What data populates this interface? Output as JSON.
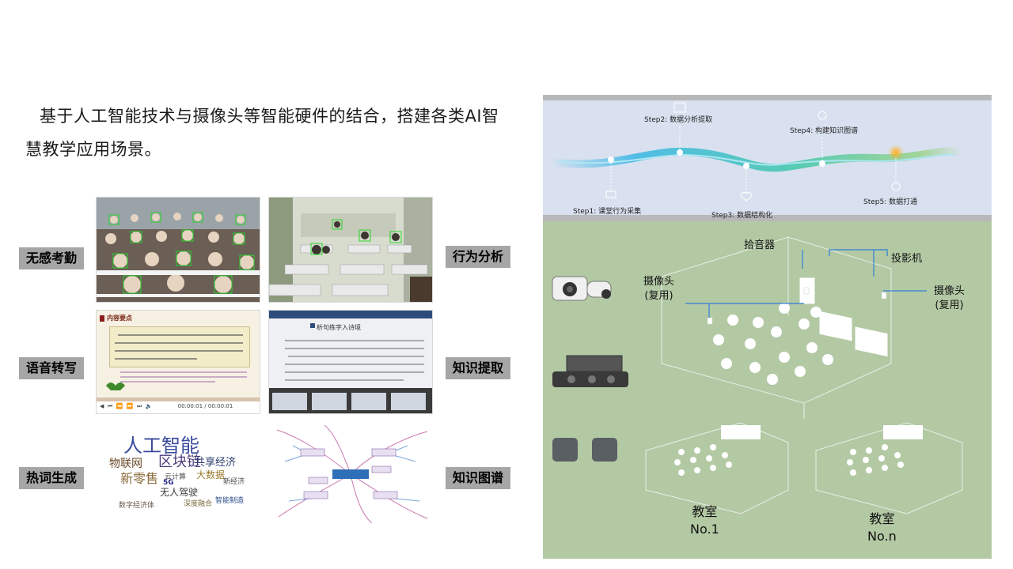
{
  "intro": {
    "line1": "基于人工智能技术与摄像头等智能硬件的结合，搭建各类AI智",
    "line2": "慧教学应用场景。"
  },
  "tags": {
    "attendance": "无感考勤",
    "behavior": "行为分析",
    "speech": "语音转写",
    "knowledge_extract": "知识提取",
    "hotword": "热词生成",
    "knowledge_graph": "知识图谱"
  },
  "thumbs": {
    "video_time": "00:00:01 / 00:00:01",
    "doc_header": "内容要点",
    "slide_title": "析句练字入诗境",
    "word_cloud": {
      "big1": "人工智能",
      "big2": "区块链",
      "mid1": "物联网",
      "mid2": "新零售",
      "mid3": "共享经济",
      "mid4": "大数据",
      "mid5": "无人驾驶",
      "small1": "云计算",
      "small2": "5G",
      "small3": "智能制造",
      "small4": "数字经济体",
      "small5": "新经济",
      "small6": "深度融合"
    }
  },
  "steps": {
    "s1": "Step1: 课堂行为采集",
    "s2": "Step2: 数据分析提取",
    "s3": "Step3: 数据结构化",
    "s4": "Step4: 构建知识图谱",
    "s5": "Step5: 数据打通"
  },
  "classroom": {
    "mic": "拾音器",
    "projector": "投影机",
    "camera_left_1": "摄像头",
    "camera_left_2": "(复用)",
    "camera_right_1": "摄像头",
    "camera_right_2": "(复用)",
    "room1_a": "教室",
    "room1_b": "No.1",
    "room2_a": "教室",
    "room2_b": "No.n"
  },
  "colors": {
    "tag_bg": "#a6a6a6",
    "top_panel": "#d9e1f0",
    "bottom_panel": "#b3c9a4",
    "line_blue": "#2f7fd8"
  }
}
